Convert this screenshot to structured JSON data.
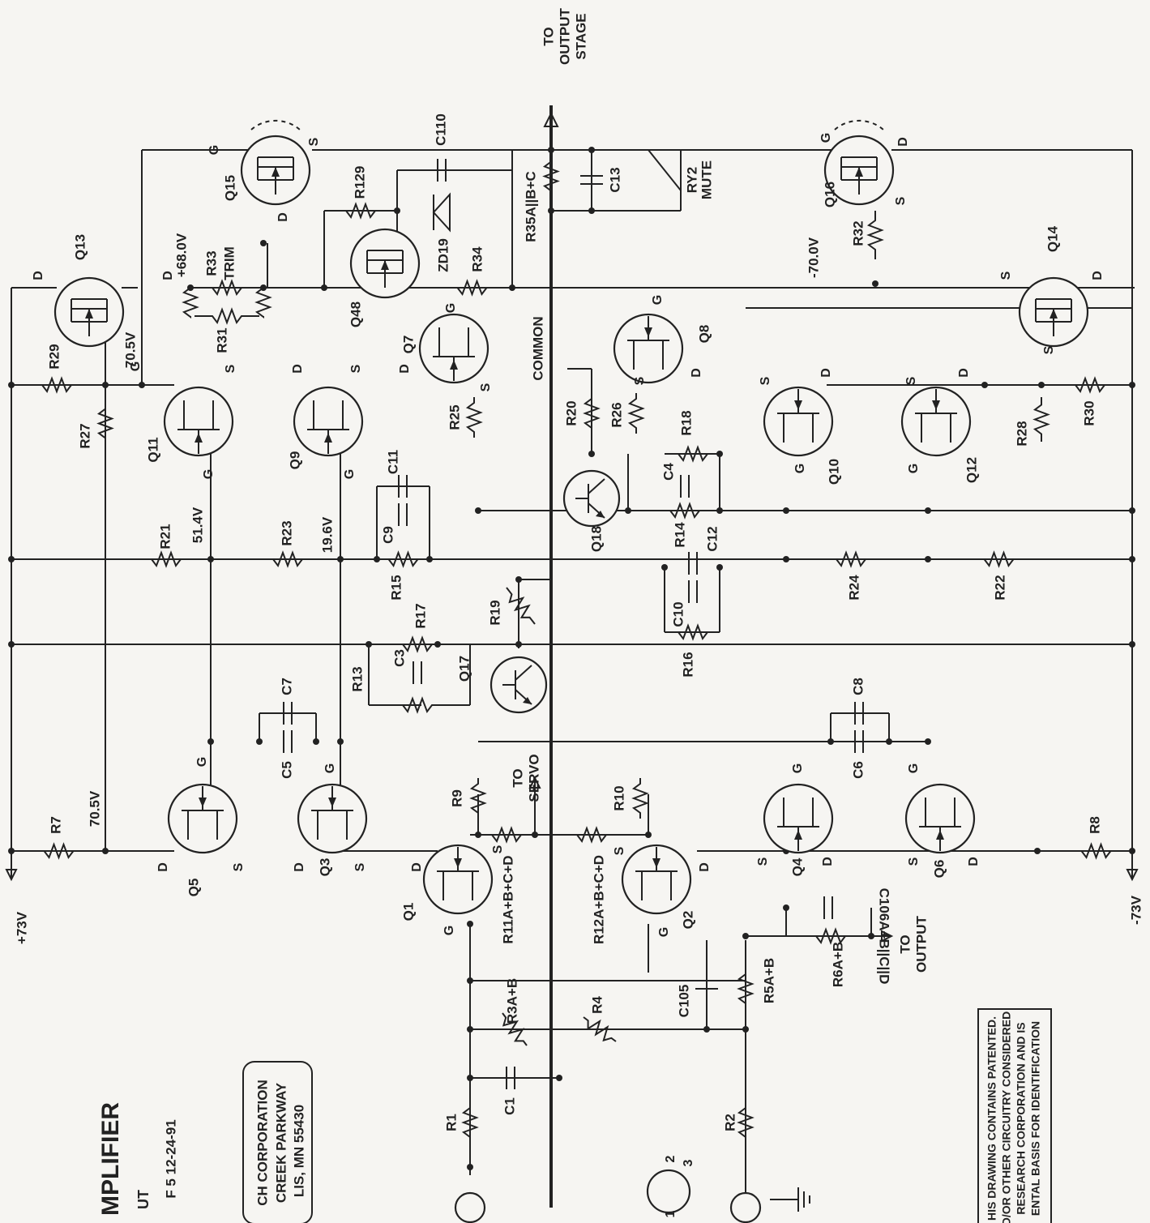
{
  "bias": {
    "v1": "+68.0V",
    "v2": "-70.0V",
    "v3": "70.5V",
    "v4": "70.5V",
    "v5": "51.4V",
    "v6": "19.6V"
  },
  "rails": {
    "pos": "+73V",
    "neg": "-73V"
  },
  "net": {
    "common": "COMMON",
    "to_output_stage": [
      "TO",
      "OUTPUT",
      "STAGE"
    ],
    "to_servo": [
      "TO",
      "SERVO"
    ],
    "to_output": [
      "TO",
      "OUTPUT"
    ]
  },
  "title": {
    "line1": "MPLIFIER",
    "line2": "UT",
    "line3": "F 5   12-24-91"
  },
  "company": {
    "l1": "CH CORPORATION",
    "l2": "CREEK PARKWAY",
    "l3": "LIS, MN 55430"
  },
  "notice": {
    "l1": "HIS DRAWING CONTAINS PATENTED.",
    "l2": "D/OR OTHER CIRCUITRY CONSIDERED",
    "l3": "RESEARCH CORPORATION AND IS",
    "l4": "ENTAL BASIS FOR IDENTIFICATION"
  },
  "xlr": {
    "p1": "1",
    "p2": "2",
    "p3": "3"
  },
  "relay": {
    "ref": "RY2",
    "func": "MUTE"
  },
  "pins": {
    "d": "D",
    "s": "S",
    "g": "G"
  },
  "components": {
    "r1": "R1",
    "r2": "R2",
    "r3": "R3A+B",
    "r4": "R4",
    "r5": "R5A+B",
    "r6": "R6A+B",
    "r7": "R7",
    "r8": "R8",
    "r9": "R9",
    "r10": "R10",
    "r11": "R11A+B+C+D",
    "r12": "R12A+B+C+D",
    "r13": "R13",
    "r14": "R14",
    "r15": "R15",
    "r16": "R16",
    "r17": "R17",
    "r18": "R18",
    "r19": "R19",
    "r20": "R20",
    "r21": "R21",
    "r22": "R22",
    "r23": "R23",
    "r24": "R24",
    "r25": "R25",
    "r26": "R26",
    "r27": "R27",
    "r28": "R28",
    "r29": "R29",
    "r30": "R30",
    "r31": "R31",
    "r32": "R32",
    "r33": "R33",
    "r33t": "TRIM",
    "r34": "R34",
    "r35": "R35A||B+C",
    "r129": "R129",
    "c1": "C1",
    "c3": "C3",
    "c4": "C4",
    "c5": "C5",
    "c6": "C6",
    "c7": "C7",
    "c8": "C8",
    "c9": "C9",
    "c10": "C10",
    "c11": "C11",
    "c12": "C12",
    "c13": "C13",
    "c105": "C105",
    "c106": "C106A+B||C||D",
    "c110": "C110",
    "zd19": "ZD19",
    "q1": "Q1",
    "q2": "Q2",
    "q3": "Q3",
    "q4": "Q4",
    "q5": "Q5",
    "q6": "Q6",
    "q7": "Q7",
    "q8": "Q8",
    "q9": "Q9",
    "q10": "Q10",
    "q11": "Q11",
    "q12": "Q12",
    "q13": "Q13",
    "q14": "Q14",
    "q15": "Q15",
    "q16": "Q16",
    "q17": "Q17",
    "q18": "Q18",
    "q48": "Q48"
  }
}
